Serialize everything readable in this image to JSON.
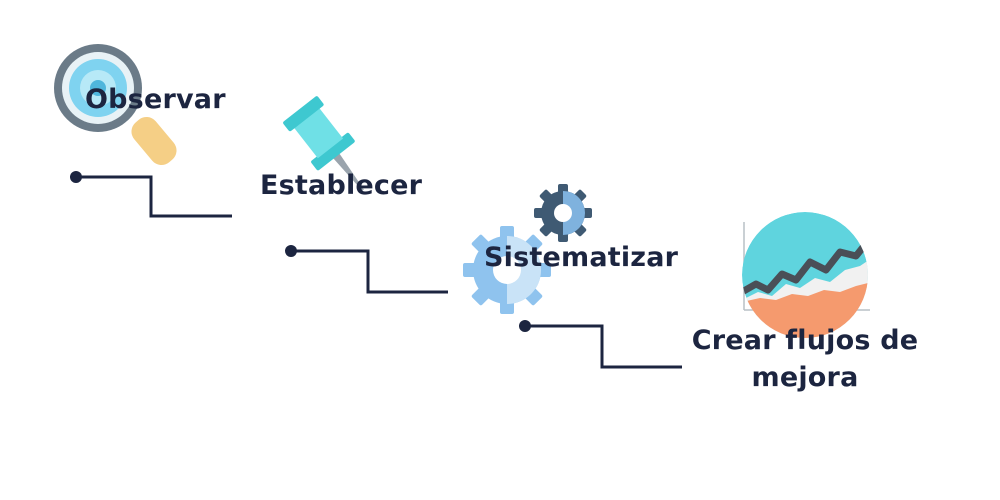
{
  "colors": {
    "text": "#1c2540",
    "connector": "#1c2540",
    "magnifier_ring": "#6b7b88",
    "magnifier_lens": "#7fd3f0",
    "magnifier_handle": "#f5cf86",
    "pin_head": "#3ec8d0",
    "gear_light": "#8fc3ee",
    "gear_dark": "#3f5a73",
    "chart_bg": "#5fd4de",
    "chart_line": "#4a4f57",
    "chart_area": "#f59a6e"
  },
  "steps": [
    {
      "id": "observar",
      "label": "Observar",
      "icon": "magnifier-icon"
    },
    {
      "id": "establecer",
      "label": "Establecer",
      "icon": "pushpin-icon"
    },
    {
      "id": "sistematizar",
      "label": "Sistematizar",
      "icon": "gears-icon"
    },
    {
      "id": "crear",
      "label_line1": "Crear flujos de",
      "label_line2": "mejora",
      "icon": "chart-icon"
    }
  ]
}
